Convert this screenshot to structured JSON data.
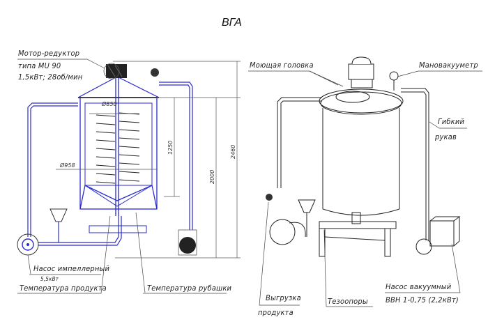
{
  "title": "ВГА",
  "left_view": {
    "labels": {
      "motor_reducer_1": "Мотор-редуктор",
      "motor_reducer_2": "типа MU 90",
      "motor_reducer_3": "1,5кВт; 28об/мин",
      "impeller_pump": "Насос импеллерный",
      "impeller_pump_power": "5,5кВт",
      "product_temperature": "Температура продукта",
      "jacket_temperature": "Температура рубашки"
    },
    "dimensions": {
      "inner_diameter": "Ø850",
      "outer_diameter": "Ø958",
      "jacket_height": "1250",
      "vessel_height": "2000",
      "total_height": "2460"
    }
  },
  "right_view": {
    "labels": {
      "washing_head": "Моющая головка",
      "vacuum_gauge": "Мановакууметр",
      "flexible_hose_1": "Гибкий",
      "flexible_hose_2": "рукав",
      "product_unload_1": "Выгрузка",
      "product_unload_2": "продукта",
      "load_cells": "Тезоопоры",
      "vacuum_pump_1": "Насос вакуумный",
      "vacuum_pump_2": "ВВН 1-0,75 (2,2кВт)"
    }
  },
  "colors": {
    "line": "#1a1a1a",
    "accent_blue": "#2a2ad0",
    "dim_line": "#555555"
  }
}
